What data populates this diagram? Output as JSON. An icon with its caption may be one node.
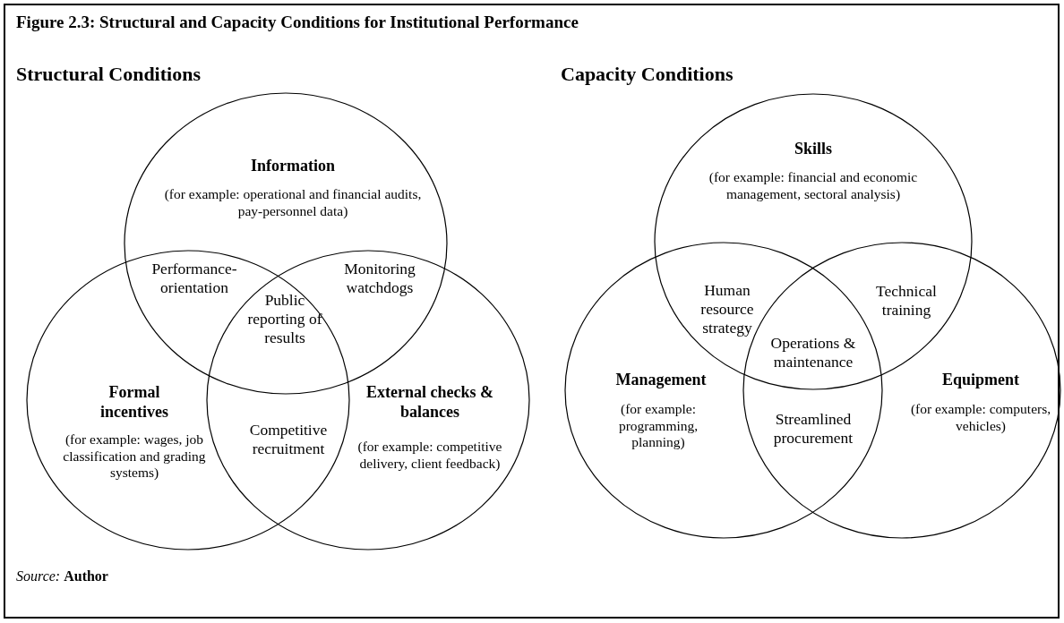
{
  "diagram": {
    "title": "Figure 2.3: Structural and Capacity Conditions for Institutional Performance",
    "nodes": [
      {
        "text": [
          "Information",
          "(for example: operational and financial audits, pay-personnel data)"
        ]
      },
      {
        "text": [
          "Formal incentives",
          "(for example: wages, job classification and grading systems)"
        ]
      },
      {
        "text": [
          "External checks & balances",
          "(for example: competitive delivery, client feedback)"
        ]
      },
      {
        "text": [
          "Skills",
          "(for example: financial and economic management, sectoral analysis)"
        ]
      },
      {
        "text": [
          "Management",
          "(for example: programming, planning)"
        ]
      },
      {
        "text": [
          "Equipment",
          "(for example: computers, vehicles)"
        ]
      }
    ],
    "labels": [
      "Structural Conditions",
      "Capacity Conditions",
      "Performance-orientation",
      "Monitoring watchdogs",
      "Public reporting of results",
      "Competitive recruitment",
      "Human resource strategy",
      "Technical training",
      "Operations & maintenance",
      "Streamlined procurement",
      "*Source:* **Author**"
    ]
  }
}
